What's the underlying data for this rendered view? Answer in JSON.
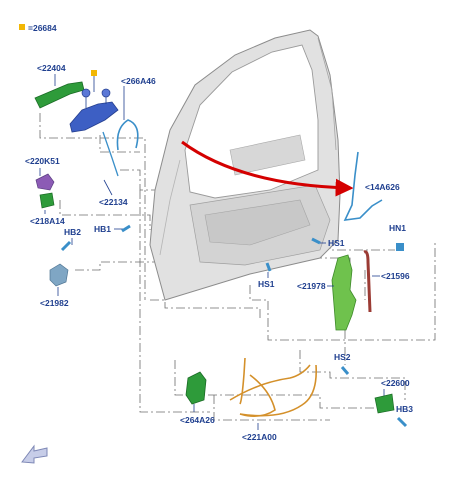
{
  "diagram": {
    "legend": {
      "marker_color": "#f2b705",
      "text": "=26684"
    },
    "callouts": {
      "c22404": "<22404",
      "c266A46": "<266A46",
      "c220K51": "<220K51",
      "c218A14": "<218A14",
      "c22134": "<22134",
      "c14A626": "<14A626",
      "cHB1": "HB1",
      "cHB2": "HB2",
      "cHN1": "HN1",
      "cHS1a": "HS1",
      "cHS1b": "HS1",
      "c21978": "<21978",
      "c21596": "<21596",
      "c21982": "<21982",
      "cHS2": "HS2",
      "c22600": "<22600",
      "cHB3": "HB3",
      "c264A26": "<264A26",
      "c221A00": "<221A00"
    },
    "colors": {
      "label": "#1f3f8f",
      "door_frame": "#d9d9d9",
      "callout_arrow": "#d40000",
      "green_parts": "#2e9b3a",
      "blue_parts": "#3d5fc4",
      "purple_part": "#8c5bb5",
      "cable_orange": "#d4902a",
      "cable_blue": "#3a8fc9",
      "seal_brown": "#9b3b34"
    },
    "icons": {
      "view_arrow": "navigation-arrow-icon"
    }
  }
}
